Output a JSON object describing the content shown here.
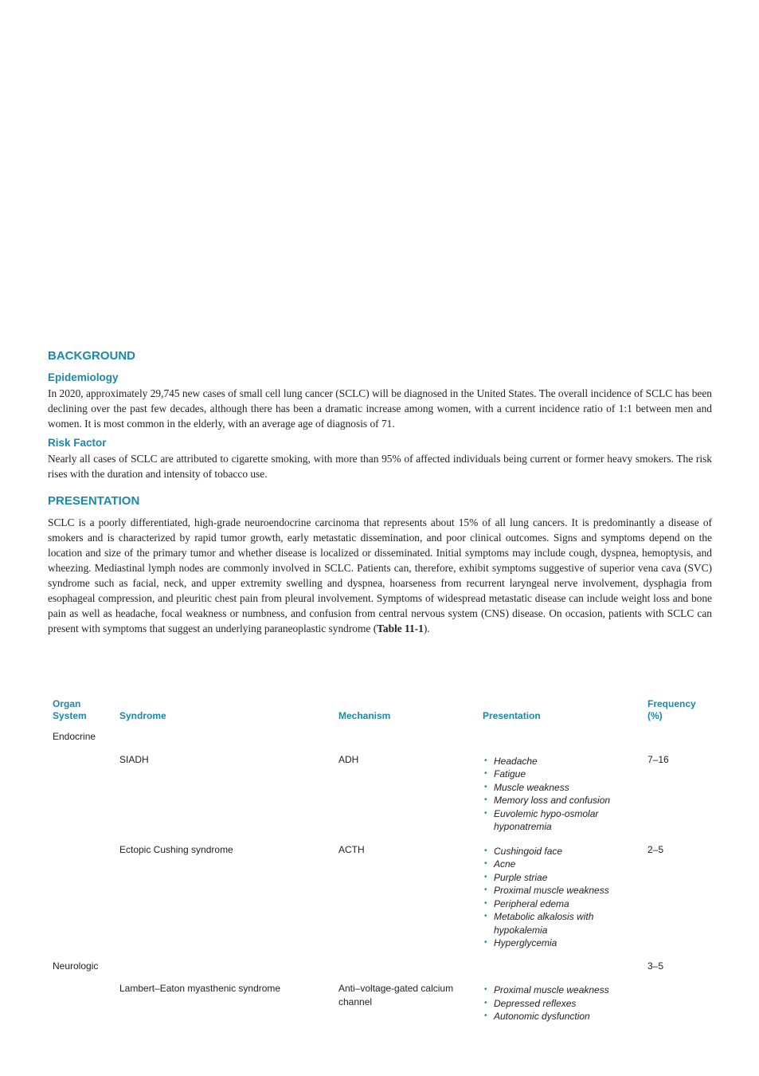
{
  "sections": {
    "background_heading": "BACKGROUND",
    "epidemiology_heading": "Epidemiology",
    "epidemiology_text": "In 2020, approximately 29,745 new cases of small cell lung cancer (SCLC) will be diagnosed in the United States. The overall incidence of SCLC has been declining over the past few decades, although there has been a dramatic increase among women, with a current incidence ratio of 1:1 between men and women. It is most common in the elderly, with an average age of diagnosis of 71.",
    "risk_heading": "Risk Factor",
    "risk_text": "Nearly all cases of SCLC are attributed to cigarette smoking, with more than 95% of affected individuals being current or former heavy smokers. The risk rises with the duration and intensity of tobacco use.",
    "presentation_heading": "PRESENTATION",
    "presentation_text": "SCLC is a poorly differentiated, high-grade neuroendocrine carcinoma that represents about 15% of all lung cancers. It is predominantly a disease of smokers and is characterized by rapid tumor growth, early metastatic dissemination, and poor clinical outcomes. Signs and symptoms depend on the location and size of the primary tumor and whether disease is localized or disseminated. Initial symptoms may include cough, dyspnea, hemoptysis, and wheezing. Mediastinal lymph nodes are commonly involved in SCLC. Patients can, therefore, exhibit symptoms suggestive of superior vena cava (SVC) syndrome such as facial, neck, and upper extremity swelling and dyspnea, hoarseness from recurrent laryngeal nerve involvement, dysphagia from esophageal compression, and pleuritic chest pain from pleural involvement. Symptoms of widespread metastatic disease can include weight loss and bone pain as well as headache, focal weakness or numbness, and confusion from central nervous system (CNS) disease. On occasion, patients with SCLC can present with symptoms that suggest an underlying paraneoplastic syndrome (",
    "presentation_table_ref": "Table 11-1",
    "presentation_tail": ")."
  },
  "table": {
    "headers": {
      "organ_system": "Organ System",
      "syndrome": "Syndrome",
      "mechanism": "Mechanism",
      "presentation": "Presentation",
      "frequency": "Frequency (%)"
    },
    "groups": [
      {
        "organ": "Endocrine",
        "organ_frequency": "",
        "rows": [
          {
            "syndrome": "SIADH",
            "mechanism": "ADH",
            "presentation": [
              "Headache",
              "Fatigue",
              "Muscle weakness",
              "Memory loss and confusion",
              "Euvolemic hypo-osmolar hyponatremia"
            ],
            "frequency": "7–16"
          },
          {
            "syndrome": "Ectopic Cushing syndrome",
            "mechanism": "ACTH",
            "presentation": [
              "Cushingoid face",
              "Acne",
              "Purple striae",
              "Proximal muscle weakness",
              "Peripheral edema",
              "Metabolic alkalosis with hypokalemia",
              "Hyperglycemia"
            ],
            "frequency": "2–5"
          }
        ]
      },
      {
        "organ": "Neurologic",
        "organ_frequency": "3–5",
        "rows": [
          {
            "syndrome": "Lambert–Eaton myasthenic syndrome",
            "mechanism": "Anti–voltage-gated calcium channel",
            "presentation": [
              "Proximal muscle weakness",
              "Depressed reflexes",
              "Autonomic dysfunction"
            ],
            "frequency": ""
          }
        ]
      }
    ]
  }
}
